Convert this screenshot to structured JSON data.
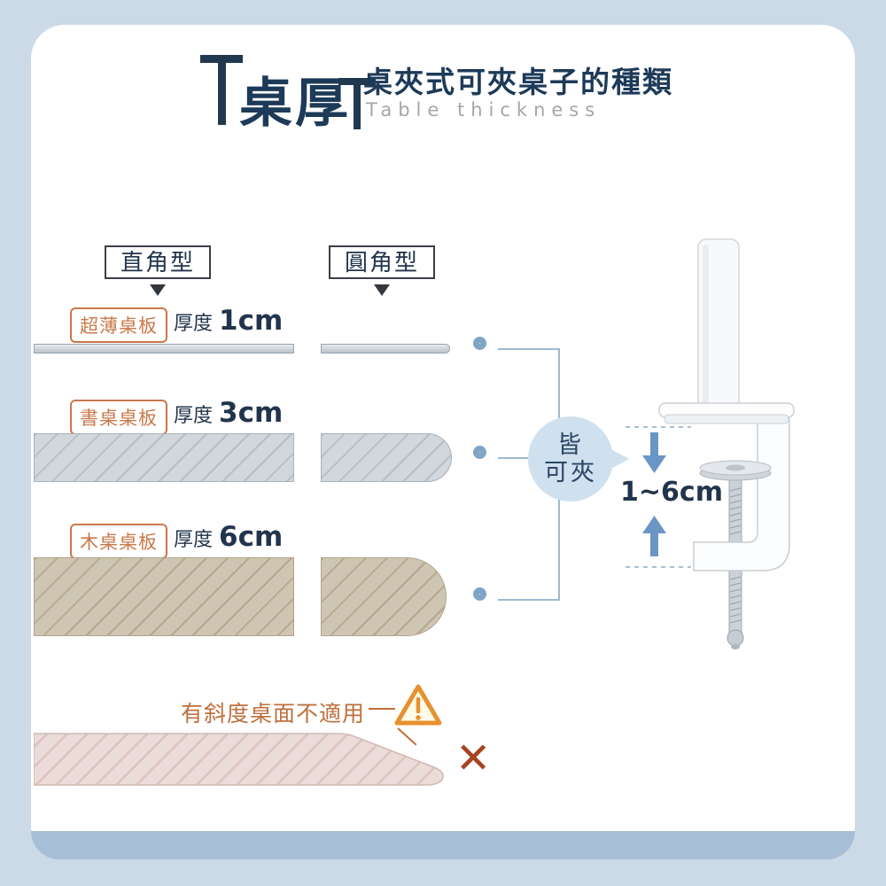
{
  "header": {
    "badge": "桌厚",
    "title": "桌夾式可夾桌子的種類",
    "subtitle": "Table thickness"
  },
  "columns": {
    "square": "直角型",
    "round": "圓角型"
  },
  "rows": [
    {
      "tag": "超薄桌板",
      "label": "厚度",
      "value": "1cm"
    },
    {
      "tag": "書桌桌板",
      "label": "厚度",
      "value": "3cm"
    },
    {
      "tag": "木桌桌板",
      "label": "厚度",
      "value": "6cm"
    }
  ],
  "bubble": {
    "line1": "皆",
    "line2": "可夾"
  },
  "clamp": {
    "range": "1~6cm"
  },
  "warning": {
    "text": "有斜度桌面不適用",
    "cross": "✕"
  },
  "icons": {
    "warning": "warning-triangle-icon",
    "cross": "cross-icon",
    "table_left": "table-icon",
    "table_right": "table-icon"
  },
  "colors": {
    "background": "#ccd9e6",
    "navy": "#1d3a58",
    "tag_orange": "#c9784a",
    "warning_orange": "#e6912f",
    "cross_red": "#a8431f",
    "connector_blue": "#9db9d3",
    "bubble_blue": "#cfe0ee",
    "arrow_blue": "#6a96c5",
    "footer_blue": "#a7bfd6"
  }
}
